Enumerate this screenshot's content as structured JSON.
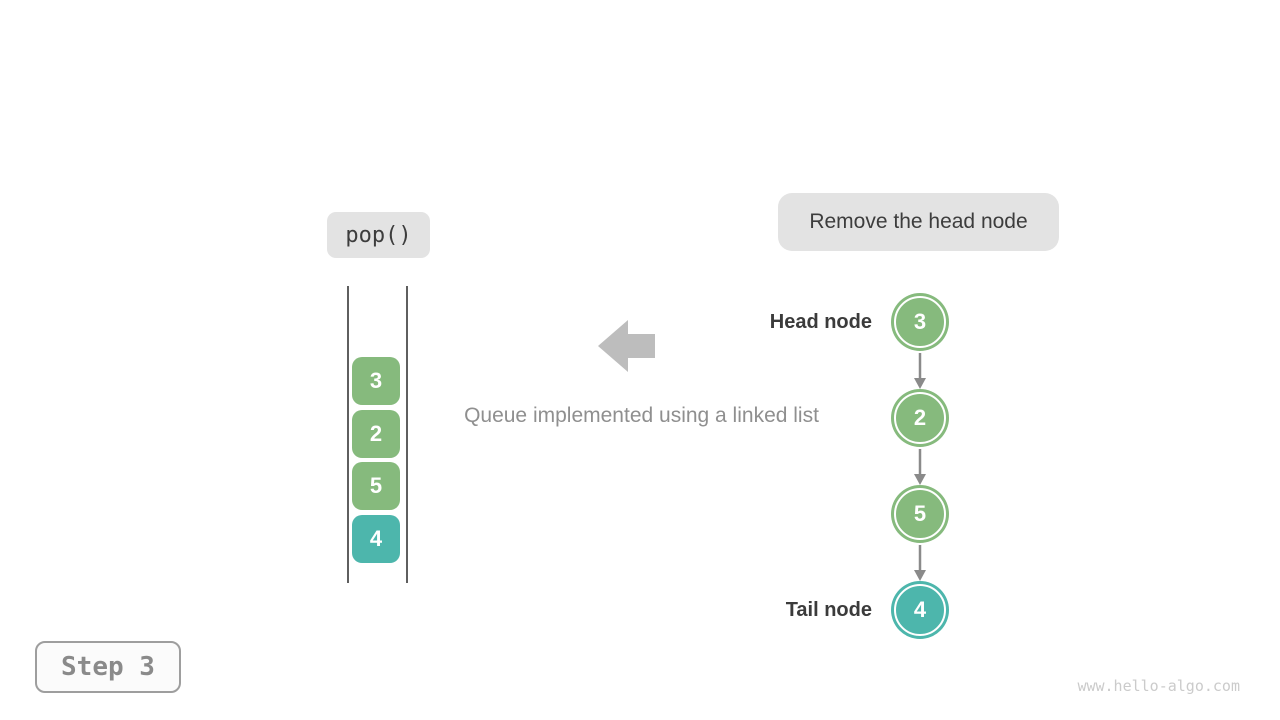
{
  "colors": {
    "green": "#86ba7d",
    "teal": "#4db6ac",
    "label_bg": "#e3e3e3",
    "dark_text": "#3d3d3d",
    "caption_text": "#8f8f8f",
    "big_arrow": "#bdbdbd",
    "link_arrow": "#8a8a8a",
    "stack_line": "#5f5f5f",
    "step_border": "#9e9e9e",
    "step_text": "#8a8a8a",
    "watermark": "#cbcbcb"
  },
  "operation": {
    "label": "pop()"
  },
  "annotation": {
    "label": "Remove the head node"
  },
  "stack": {
    "items": [
      {
        "value": "3",
        "color": "green"
      },
      {
        "value": "2",
        "color": "green"
      },
      {
        "value": "5",
        "color": "green"
      },
      {
        "value": "4",
        "color": "teal"
      }
    ]
  },
  "caption": "Queue implemented using a linked list",
  "linked_list": {
    "head_label": "Head node",
    "tail_label": "Tail node",
    "nodes": [
      {
        "value": "3",
        "color": "green"
      },
      {
        "value": "2",
        "color": "green"
      },
      {
        "value": "5",
        "color": "green"
      },
      {
        "value": "4",
        "color": "teal"
      }
    ]
  },
  "step": {
    "label": "Step 3"
  },
  "watermark": "www.hello-algo.com"
}
